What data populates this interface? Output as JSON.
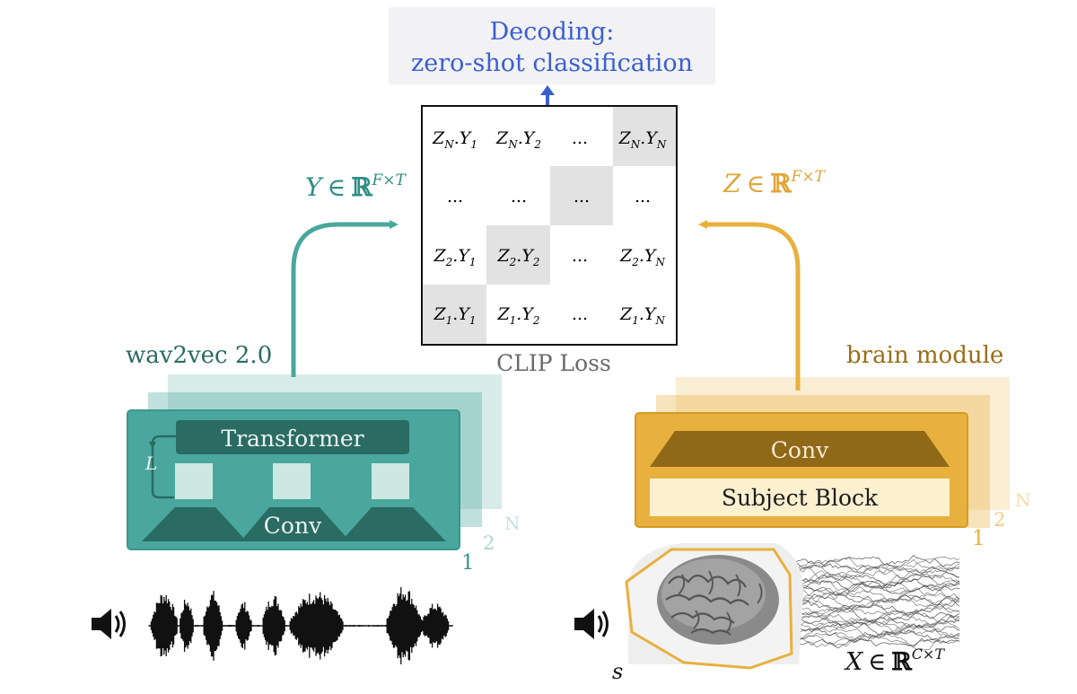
{
  "decoding": {
    "line1": "Decoding:",
    "line2": "zero-shot classification"
  },
  "clip_loss": "CLIP Loss",
  "matrix": {
    "rows": [
      [
        "Z",
        "N",
        "Y",
        "1",
        "Z",
        "N",
        "Y",
        "2",
        "Z",
        "N",
        "Y",
        "N"
      ],
      [
        "Z",
        "2",
        "Y",
        "1",
        "Z",
        "2",
        "Y",
        "2",
        "Z",
        "2",
        "Y",
        "N"
      ],
      [
        "Z",
        "1",
        "Y",
        "1",
        "Z",
        "1",
        "Y",
        "2",
        "Z",
        "1",
        "Y",
        "N"
      ]
    ],
    "ellipsis": "..."
  },
  "y_embed": {
    "var": "Y",
    "in": "∈",
    "set": "ℝ",
    "sup": "F×T"
  },
  "z_embed": {
    "var": "Z",
    "in": "∈",
    "set": "ℝ",
    "sup": "F×T"
  },
  "x_input": {
    "var": "X",
    "in": "∈",
    "set": "ℝ",
    "sup": "C×T"
  },
  "left_module": {
    "title": "wav2vec 2.0",
    "transformer": "Transformer",
    "conv": "Conv",
    "loop": "L",
    "stack": [
      "1",
      "2",
      "N"
    ]
  },
  "right_module": {
    "title": "brain module",
    "conv": "Conv",
    "subject_block": "Subject Block",
    "stack": [
      "1",
      "2",
      "N"
    ]
  },
  "subject_label": "s",
  "colors": {
    "teal": "#4aa79d",
    "teal_dark": "#2a6b63",
    "teal_text": "#2f8e85",
    "gold": "#e8b03d",
    "gold_dark": "#8f6818",
    "gold_text": "#c98f1c",
    "blue": "#3a5fcf"
  }
}
